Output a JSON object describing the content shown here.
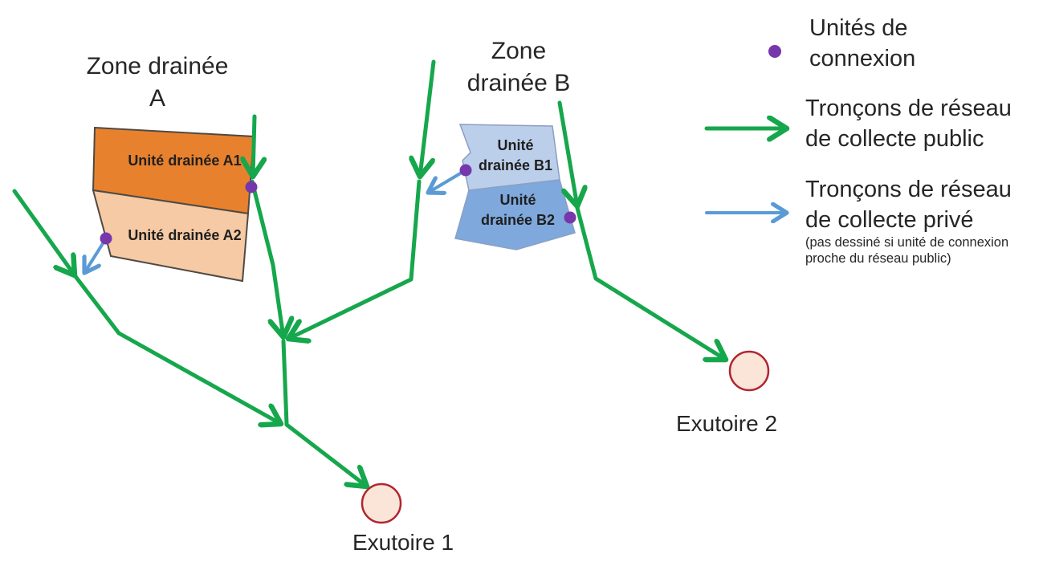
{
  "zones": [
    {
      "title": "Zone drainée\nA",
      "units": [
        {
          "label": "Unité drainée A1"
        },
        {
          "label": "Unité drainée A2"
        }
      ]
    },
    {
      "title": "Zone\ndrainée B",
      "units": [
        {
          "label": "Unité\ndrainée B1"
        },
        {
          "label": "Unité\ndrainée B2"
        }
      ]
    }
  ],
  "outlets": [
    {
      "label": "Exutoire 1"
    },
    {
      "label": "Exutoire 2"
    }
  ],
  "legend": {
    "connection_units_label": "Unités de\nconnexion",
    "public_network_label": "Tronçons de réseau\nde collecte public",
    "private_network_label": "Tronçons de réseau\nde collecte privé",
    "private_network_note": "(pas dessiné si unité de connexion\nproche du réseau public)"
  },
  "colors": {
    "unit_a1_fill": "#E8812E",
    "unit_a2_fill": "#F6CAA4",
    "unit_b1_fill": "#BCCFEA",
    "unit_b2_fill": "#7FA8DC",
    "public_network": "#16A74C",
    "private_network": "#5B9BD5",
    "connection_unit": "#7637AC",
    "outlet_fill": "#FAE5D8",
    "outlet_stroke": "#B02530"
  }
}
